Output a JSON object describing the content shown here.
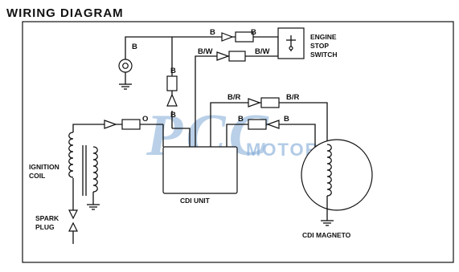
{
  "title": "WIRING DIAGRAM",
  "components": {
    "engine_stop_switch": [
      "ENGINE",
      "STOP",
      "SWITCH"
    ],
    "ground": "GROUND",
    "ignition_coil": [
      "IGNITION",
      "COIL"
    ],
    "spark_plug": [
      "SPARK",
      "PLUG"
    ],
    "cdi_unit": "CDI UNIT",
    "cdi_magneto": "CDI MAGNETO"
  },
  "wire_colors": {
    "top_left": "B",
    "top_right": "B",
    "stop_left": "B/W",
    "stop_right": "B/W",
    "ground_wire": "B",
    "vertical_upper": "B",
    "vertical_lower": "B",
    "magneto_br_left": "B/R",
    "magneto_br_right": "B/R",
    "magneto_b_left": "B",
    "magneto_b_right": "B",
    "coil_wire": "O"
  },
  "watermark": {
    "main": "PCC",
    "sub": "MOTOR",
    "color": "#7fa9d6"
  },
  "colors": {
    "line": "#111111",
    "background": "#ffffff"
  }
}
